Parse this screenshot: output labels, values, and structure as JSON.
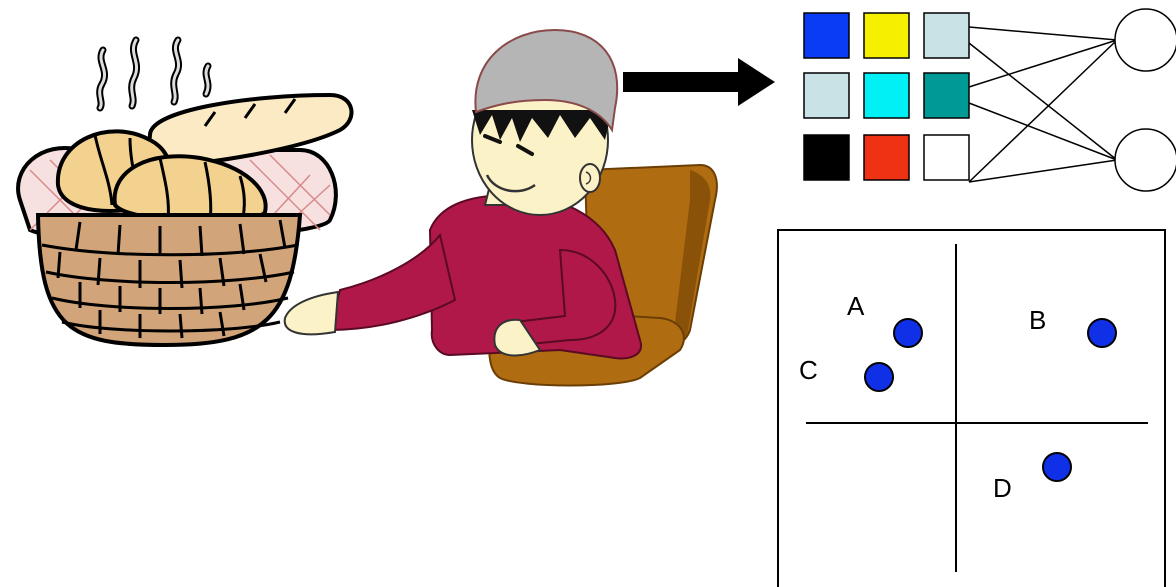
{
  "illustrations": {
    "bread_basket_icon": "bread-basket",
    "person_icon": "seated-person",
    "arrow_icon": "right-arrow"
  },
  "color_grid": {
    "colors": [
      [
        "#0a3cf5",
        "#f5f000",
        "#c8e2e6"
      ],
      [
        "#c8e2e6",
        "#00f0f5",
        "#009a96"
      ],
      [
        "#000000",
        "#f03214",
        "#ffffff"
      ]
    ]
  },
  "network": {
    "output_nodes": 2
  },
  "scatter": {
    "points": [
      {
        "label": "A"
      },
      {
        "label": "B"
      },
      {
        "label": "C"
      },
      {
        "label": "D"
      }
    ],
    "point_color": "#1030e8"
  }
}
